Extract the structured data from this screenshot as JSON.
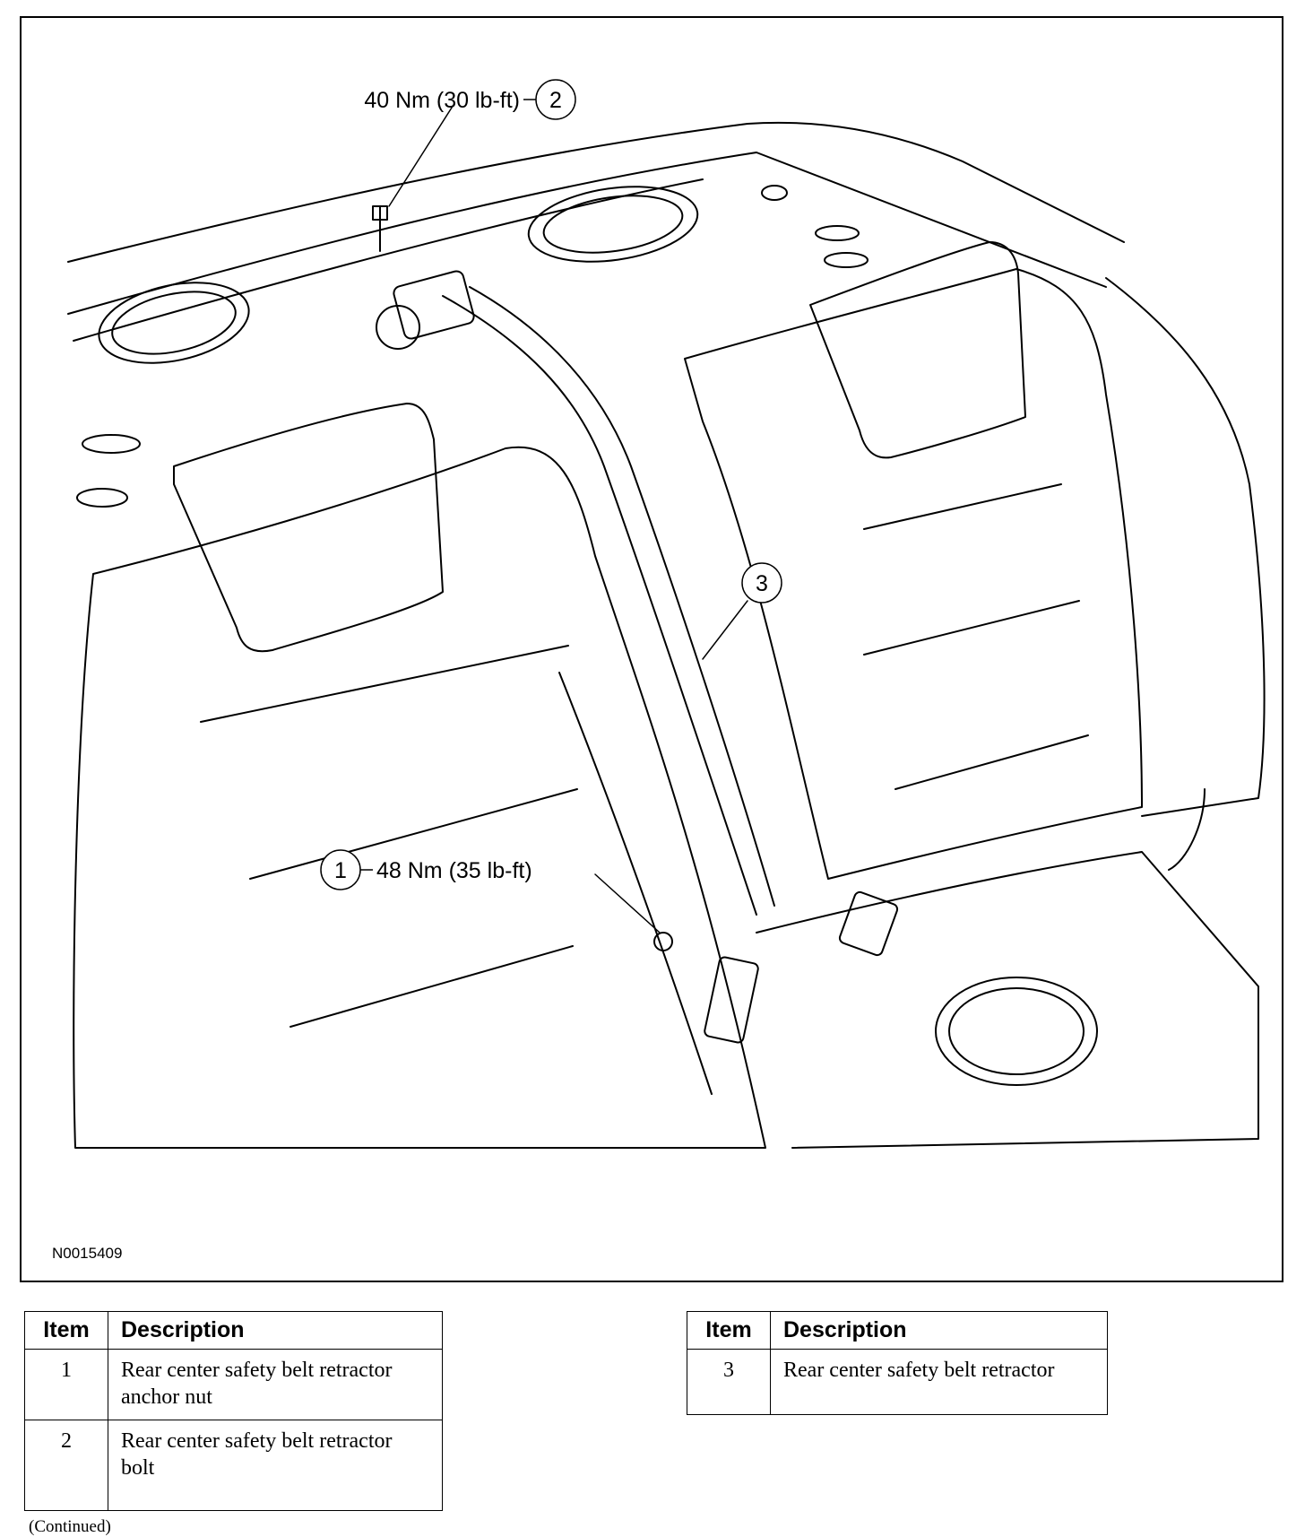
{
  "callouts": [
    {
      "number": "2",
      "torque": "40 Nm (30 lb-ft)"
    },
    {
      "number": "3",
      "torque": ""
    },
    {
      "number": "1",
      "torque": "48 Nm (35 lb-ft)"
    }
  ],
  "figure_code": "N0015409",
  "legend_headers": {
    "item": "Item",
    "description": "Description"
  },
  "legend_left": [
    {
      "item": "1",
      "description": "Rear center safety belt retractor anchor nut"
    },
    {
      "item": "2",
      "description": "Rear center safety belt retractor bolt"
    }
  ],
  "legend_right": [
    {
      "item": "3",
      "description": "Rear center safety belt retractor"
    }
  ],
  "footer": "(Continued)"
}
